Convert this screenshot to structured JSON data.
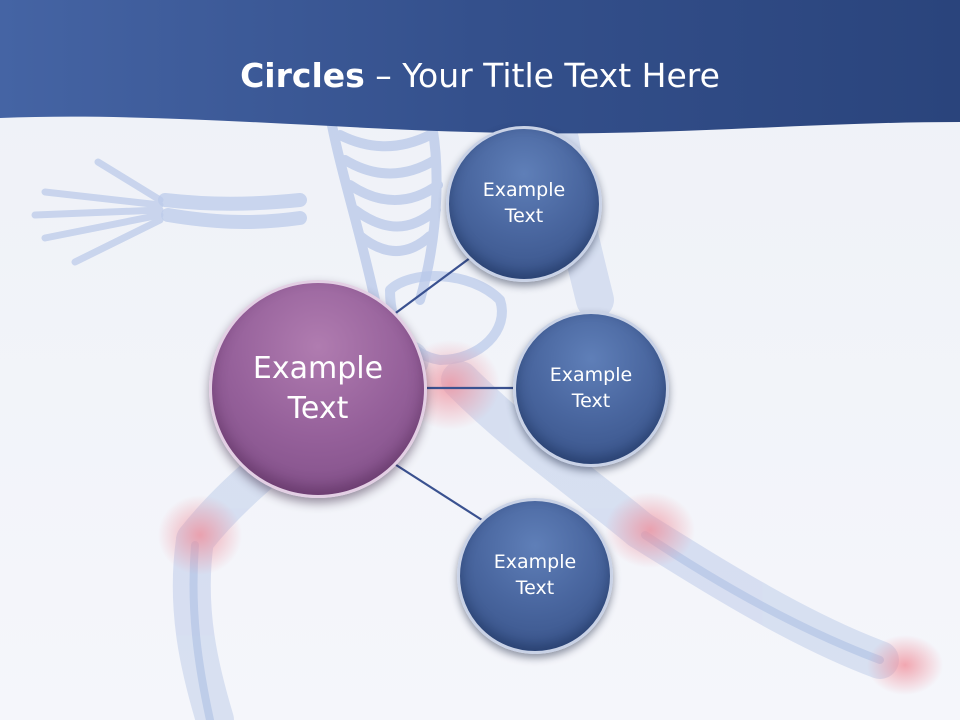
{
  "title": {
    "bold_part": "Circles",
    "rest_part": " – Your Title Text Here"
  },
  "diagram": {
    "hub": {
      "label": "Example\nText"
    },
    "satellites": [
      {
        "label": "Example\nText"
      },
      {
        "label": "Example\nText"
      },
      {
        "label": "Example\nText"
      }
    ]
  },
  "colors": {
    "header": "#3b5996",
    "hub": "#95609a",
    "satellite": "#4a67a0",
    "connector": "#3a5190"
  }
}
